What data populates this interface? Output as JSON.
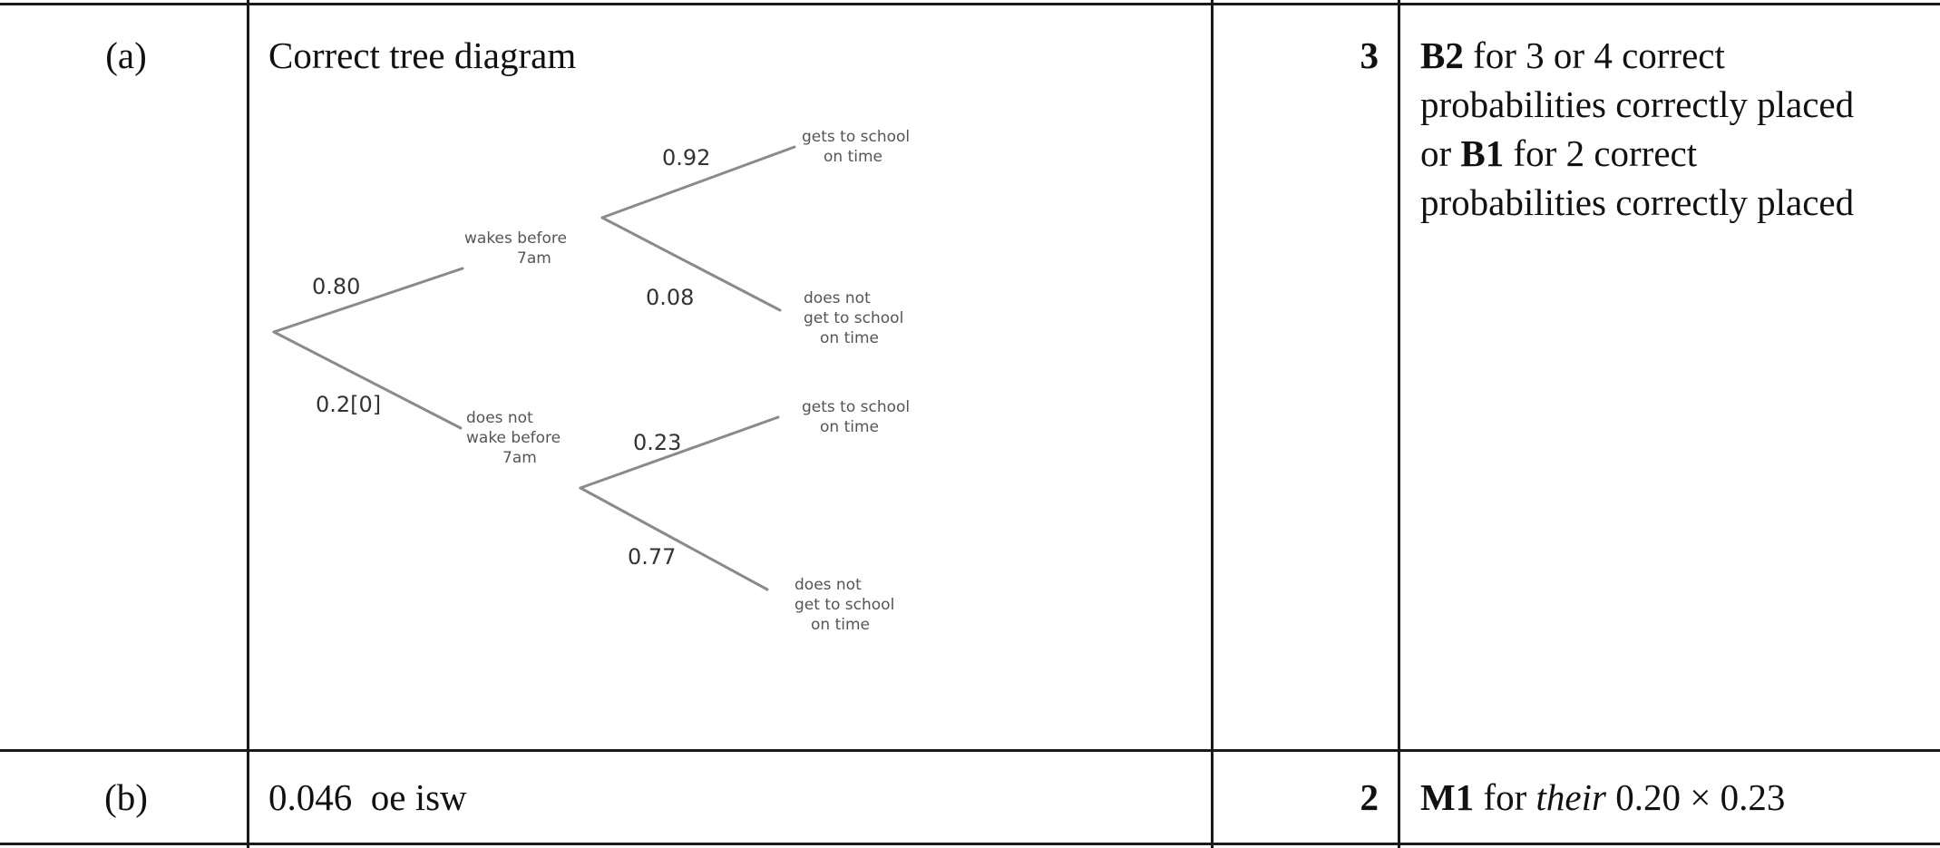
{
  "rows": [
    {
      "part": "(a)",
      "answer": "Correct tree diagram",
      "marks": "3",
      "guidance": {
        "line1_bold": "B2",
        "line1_rest": " for 3 or 4 correct",
        "line2": "probabilities correctly placed",
        "line3_pre": "or ",
        "line3_bold": "B1",
        "line3_rest": " for 2 correct",
        "line4": "probabilities correctly placed"
      }
    },
    {
      "part": "(b)",
      "answer": "0.046  oe isw",
      "marks": "2",
      "guidance": {
        "bold": "M1",
        "pre": " for ",
        "italic": "their",
        "post": " 0.20 × 0.23"
      }
    }
  ],
  "tree": {
    "first_branches": [
      {
        "prob": "0.80",
        "outcome": [
          "wakes before",
          "7am"
        ]
      },
      {
        "prob": "0.2[0]",
        "outcome": [
          "does not",
          "wake before",
          "7am"
        ]
      }
    ],
    "second_branches": [
      {
        "prob": "0.92",
        "outcome": [
          "gets to school",
          "on time"
        ]
      },
      {
        "prob": "0.08",
        "outcome": [
          "does not",
          "get to school",
          "on time"
        ]
      },
      {
        "prob": "0.23",
        "outcome": [
          "gets to school",
          "on time"
        ]
      },
      {
        "prob": "0.77",
        "outcome": [
          "does not",
          "get to school",
          "on time"
        ]
      }
    ]
  }
}
